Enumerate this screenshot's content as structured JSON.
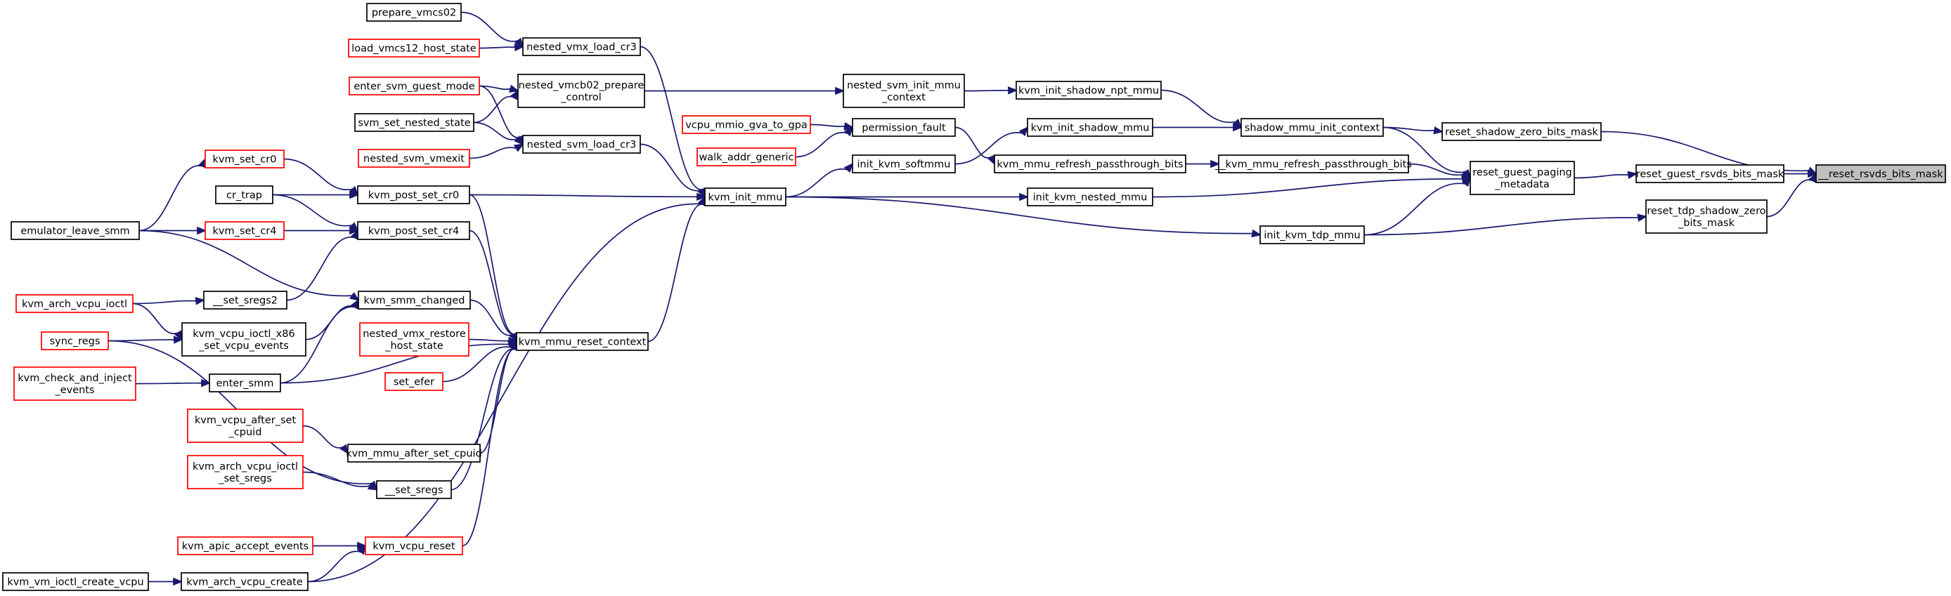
{
  "diagram": {
    "kind": "caller-graph",
    "colors": {
      "edge": "#191970",
      "external_border": "#ff0000",
      "node_border": "#000000",
      "root_fill": "#bfbfbf"
    },
    "nodes": [
      {
        "id": "root",
        "lines": [
          "__reset_rsvds_bits_mask"
        ],
        "style": "root"
      },
      {
        "id": "rszbm",
        "lines": [
          "reset_shadow_zero_bits_mask"
        ],
        "style": "black"
      },
      {
        "id": "rgrbm",
        "lines": [
          "reset_guest_rsvds_bits_mask"
        ],
        "style": "black"
      },
      {
        "id": "rtszbm",
        "lines": [
          "reset_tdp_shadow_zero",
          "_bits_mask"
        ],
        "style": "black"
      },
      {
        "id": "smic",
        "lines": [
          "shadow_mmu_init_context"
        ],
        "style": "black"
      },
      {
        "id": "rgpm",
        "lines": [
          "reset_guest_paging",
          "_metadata"
        ],
        "style": "black"
      },
      {
        "id": "kisnm",
        "lines": [
          "kvm_init_shadow_npt_mmu"
        ],
        "style": "black"
      },
      {
        "id": "kism",
        "lines": [
          "kvm_init_shadow_mmu"
        ],
        "style": "black"
      },
      {
        "id": "kmrpb2",
        "lines": [
          "__kvm_mmu_refresh_passthrough_bits"
        ],
        "style": "black"
      },
      {
        "id": "inm",
        "lines": [
          "init_kvm_nested_mmu"
        ],
        "style": "black"
      },
      {
        "id": "iktm",
        "lines": [
          "init_kvm_tdp_mmu"
        ],
        "style": "black"
      },
      {
        "id": "nsimc",
        "lines": [
          "nested_svm_init_mmu",
          "_context"
        ],
        "style": "black"
      },
      {
        "id": "kmrpb",
        "lines": [
          "kvm_mmu_refresh_passthrough_bits"
        ],
        "style": "black"
      },
      {
        "id": "kim",
        "lines": [
          "kvm_init_mmu"
        ],
        "style": "black"
      },
      {
        "id": "iksm",
        "lines": [
          "init_kvm_softmmu"
        ],
        "style": "black"
      },
      {
        "id": "pf",
        "lines": [
          "permission_fault"
        ],
        "style": "black"
      },
      {
        "id": "vmgtg",
        "lines": [
          "vcpu_mmio_gva_to_gpa"
        ],
        "style": "red"
      },
      {
        "id": "wag",
        "lines": [
          "walk_addr_generic"
        ],
        "style": "red"
      },
      {
        "id": "nvlc3",
        "lines": [
          "nested_vmx_load_cr3"
        ],
        "style": "black"
      },
      {
        "id": "nvpc",
        "lines": [
          "nested_vmcb02_prepare",
          "_control"
        ],
        "style": "black"
      },
      {
        "id": "nslc3",
        "lines": [
          "nested_svm_load_cr3"
        ],
        "style": "black"
      },
      {
        "id": "kmrc",
        "lines": [
          "kvm_mmu_reset_context"
        ],
        "style": "black"
      },
      {
        "id": "pv02",
        "lines": [
          "prepare_vmcs02"
        ],
        "style": "black"
      },
      {
        "id": "lv12",
        "lines": [
          "load_vmcs12_host_state"
        ],
        "style": "red"
      },
      {
        "id": "esgm",
        "lines": [
          "enter_svm_guest_mode"
        ],
        "style": "red"
      },
      {
        "id": "ssns",
        "lines": [
          "svm_set_nested_state"
        ],
        "style": "black"
      },
      {
        "id": "nsvx",
        "lines": [
          "nested_svm_vmexit"
        ],
        "style": "red"
      },
      {
        "id": "kpsc0",
        "lines": [
          "kvm_post_set_cr0"
        ],
        "style": "black"
      },
      {
        "id": "kpsc4",
        "lines": [
          "kvm_post_set_cr4"
        ],
        "style": "black"
      },
      {
        "id": "ksmc",
        "lines": [
          "kvm_smm_changed"
        ],
        "style": "black"
      },
      {
        "id": "nvrhs",
        "lines": [
          "nested_vmx_restore",
          "_host_state"
        ],
        "style": "red"
      },
      {
        "id": "sefer",
        "lines": [
          "set_efer"
        ],
        "style": "red"
      },
      {
        "id": "kmasc",
        "lines": [
          "kvm_mmu_after_set_cpuid"
        ],
        "style": "black"
      },
      {
        "id": "ssregs",
        "lines": [
          "__set_sregs"
        ],
        "style": "black"
      },
      {
        "id": "kvr",
        "lines": [
          "kvm_vcpu_reset"
        ],
        "style": "red"
      },
      {
        "id": "kavc",
        "lines": [
          "kvm_arch_vcpu_create"
        ],
        "style": "black"
      },
      {
        "id": "kscr0",
        "lines": [
          "kvm_set_cr0"
        ],
        "style": "red"
      },
      {
        "id": "crtrap",
        "lines": [
          "cr_trap"
        ],
        "style": "black"
      },
      {
        "id": "kscr4",
        "lines": [
          "kvm_set_cr4"
        ],
        "style": "red"
      },
      {
        "id": "ssregs2",
        "lines": [
          "__set_sregs2"
        ],
        "style": "black"
      },
      {
        "id": "kvix",
        "lines": [
          "kvm_vcpu_ioctl_x86",
          "_set_vcpu_events"
        ],
        "style": "black"
      },
      {
        "id": "esmm",
        "lines": [
          "enter_smm"
        ],
        "style": "black"
      },
      {
        "id": "kvacs",
        "lines": [
          "kvm_vcpu_after_set",
          "_cpuid"
        ],
        "style": "red"
      },
      {
        "id": "kavis",
        "lines": [
          "kvm_arch_vcpu_ioctl",
          "_set_sregs"
        ],
        "style": "red"
      },
      {
        "id": "kaae",
        "lines": [
          "kvm_apic_accept_events"
        ],
        "style": "red"
      },
      {
        "id": "kvicv",
        "lines": [
          "kvm_vm_ioctl_create_vcpu"
        ],
        "style": "black"
      },
      {
        "id": "els",
        "lines": [
          "emulator_leave_smm"
        ],
        "style": "black"
      },
      {
        "id": "kavi",
        "lines": [
          "kvm_arch_vcpu_ioctl"
        ],
        "style": "red"
      },
      {
        "id": "sregs",
        "lines": [
          "sync_regs"
        ],
        "style": "red"
      },
      {
        "id": "kcie",
        "lines": [
          "kvm_check_and_inject",
          "_events"
        ],
        "style": "red"
      }
    ],
    "edges": [
      [
        "rszbm",
        "root"
      ],
      [
        "rgrbm",
        "root"
      ],
      [
        "rtszbm",
        "root"
      ],
      [
        "smic",
        "rszbm"
      ],
      [
        "rgpm",
        "rgrbm"
      ],
      [
        "iktm",
        "rtszbm"
      ],
      [
        "kisnm",
        "smic"
      ],
      [
        "kism",
        "smic"
      ],
      [
        "smic",
        "rgpm"
      ],
      [
        "kmrpb2",
        "rgpm"
      ],
      [
        "inm",
        "rgpm"
      ],
      [
        "iktm",
        "rgpm"
      ],
      [
        "nsimc",
        "kisnm"
      ],
      [
        "iksm",
        "kism"
      ],
      [
        "kmrpb",
        "kmrpb2"
      ],
      [
        "kim",
        "inm"
      ],
      [
        "kim",
        "iktm"
      ],
      [
        "nvpc",
        "nsimc"
      ],
      [
        "pf",
        "kmrpb"
      ],
      [
        "kim",
        "iksm"
      ],
      [
        "vmgtg",
        "pf"
      ],
      [
        "wag",
        "pf"
      ],
      [
        "nvlc3",
        "kim"
      ],
      [
        "nslc3",
        "kim"
      ],
      [
        "kpsc0",
        "kim"
      ],
      [
        "kmrc",
        "kim"
      ],
      [
        "kavc",
        "kim"
      ],
      [
        "pv02",
        "nvlc3"
      ],
      [
        "lv12",
        "nvlc3"
      ],
      [
        "esgm",
        "nvpc"
      ],
      [
        "ssns",
        "nvpc"
      ],
      [
        "esgm",
        "nslc3"
      ],
      [
        "ssns",
        "nslc3"
      ],
      [
        "nsvx",
        "nslc3"
      ],
      [
        "kpsc0",
        "kmrc"
      ],
      [
        "kpsc4",
        "kmrc"
      ],
      [
        "ksmc",
        "kmrc"
      ],
      [
        "nvrhs",
        "kmrc"
      ],
      [
        "sefer",
        "kmrc"
      ],
      [
        "esmm",
        "kmrc"
      ],
      [
        "kmasc",
        "kmrc"
      ],
      [
        "ssregs",
        "kmrc"
      ],
      [
        "kvr",
        "kmrc"
      ],
      [
        "kscr0",
        "kpsc0"
      ],
      [
        "crtrap",
        "kpsc0"
      ],
      [
        "kscr4",
        "kpsc4"
      ],
      [
        "crtrap",
        "kpsc4"
      ],
      [
        "els",
        "ksmc"
      ],
      [
        "kvix",
        "ksmc"
      ],
      [
        "esmm",
        "ksmc"
      ],
      [
        "kvacs",
        "kmasc"
      ],
      [
        "kavis",
        "ssregs"
      ],
      [
        "sregs",
        "ssregs"
      ],
      [
        "kaae",
        "kvr"
      ],
      [
        "kavc",
        "kvr"
      ],
      [
        "kvicv",
        "kavc"
      ],
      [
        "els",
        "kscr0"
      ],
      [
        "els",
        "kscr4"
      ],
      [
        "ssregs2",
        "kpsc4"
      ],
      [
        "kavi",
        "ssregs2"
      ],
      [
        "kavi",
        "kvix"
      ],
      [
        "sregs",
        "kvix"
      ],
      [
        "kcie",
        "esmm"
      ]
    ]
  }
}
